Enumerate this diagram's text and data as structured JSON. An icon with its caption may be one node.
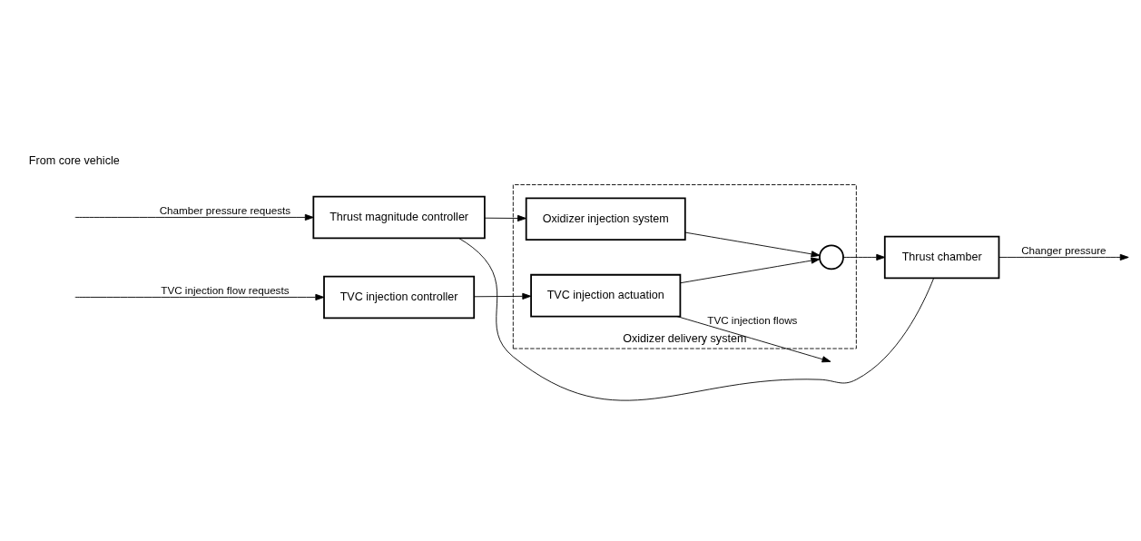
{
  "diagram": {
    "nodes": [
      {
        "text": [
          "Oxidizer delivery system"
        ]
      },
      {
        "text": [
          "TVC injection controller"
        ]
      },
      {
        "text": [
          "Thrust magnitude controller"
        ]
      },
      {
        "text": [
          "TVC injection actuation"
        ],
        "in": 0
      },
      {
        "text": [
          "Oxidizer injection system"
        ],
        "in": 0
      },
      {
        "text": [],
        "shape": "circle",
        "in": 0
      },
      {
        "text": [
          "Thrust chamber"
        ]
      }
    ],
    "edges": [
      {
        "from": null,
        "to": 1,
        "arrow": "to",
        "label": "TVC injection flow requests"
      },
      {
        "from": null,
        "to": 2,
        "arrow": "to",
        "label": "Chamber pressure requests"
      },
      {
        "from": 1,
        "to": 3,
        "arrow": "to"
      },
      {
        "from": 2,
        "to": 4,
        "arrow": "to"
      },
      {
        "from": 3,
        "to": null,
        "arrow": "to",
        "label": "TVC injection flows"
      },
      {
        "from": 3,
        "to": 5,
        "arrow": "to"
      },
      {
        "from": 4,
        "to": 5,
        "arrow": "to"
      },
      {
        "from": 5,
        "to": 6,
        "arrow": "to"
      },
      {
        "from": 6,
        "to": null,
        "arrow": "to",
        "label": "Changer pressure"
      },
      {
        "from": 6,
        "to": 2,
        "arrow": "none"
      }
    ],
    "labels": [
      "From core vehicle"
    ]
  }
}
